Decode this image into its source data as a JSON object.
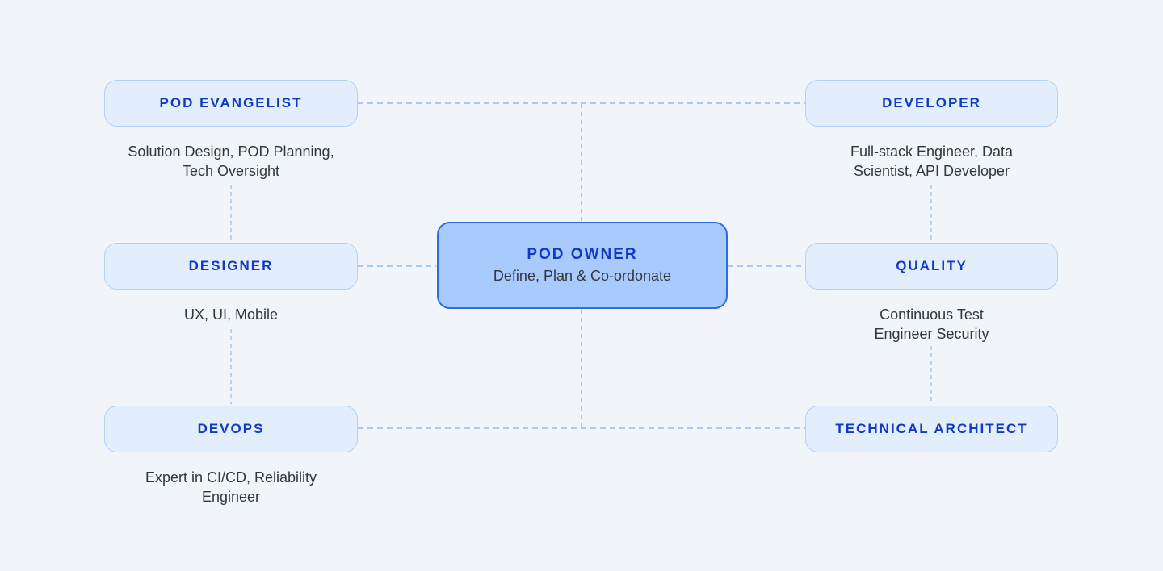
{
  "colors": {
    "background": "#f1f4f9",
    "side_node_fill": "#e3eefd",
    "side_node_border": "#b3d0f5",
    "center_node_fill": "#a9cafc",
    "center_node_border": "#2f6be2",
    "title_text": "#1239c4",
    "description_text": "#32373d",
    "connector_line": "#aac8f0"
  },
  "diagram": {
    "center": {
      "title": "POD OWNER",
      "subtitle": "Define, Plan & Co-ordonate"
    },
    "pod_evangelist": {
      "title": "POD EVANGELIST",
      "desc_line1": "Solution Design, POD Planning,",
      "desc_line2": "Tech Oversight"
    },
    "designer": {
      "title": "DESIGNER",
      "desc_line1": "UX, UI, Mobile"
    },
    "devops": {
      "title": "DEVOPS",
      "desc_line1": "Expert in CI/CD, Reliability",
      "desc_line2": "Engineer"
    },
    "developer": {
      "title": "DEVELOPER",
      "desc_line1": "Full-stack Engineer, Data",
      "desc_line2": "Scientist, API Developer"
    },
    "quality": {
      "title": "QUALITY",
      "desc_line1": "Continuous Test",
      "desc_line2": "Engineer Security"
    },
    "technical_architect": {
      "title": "TECHNICAL ARCHITECT"
    }
  }
}
